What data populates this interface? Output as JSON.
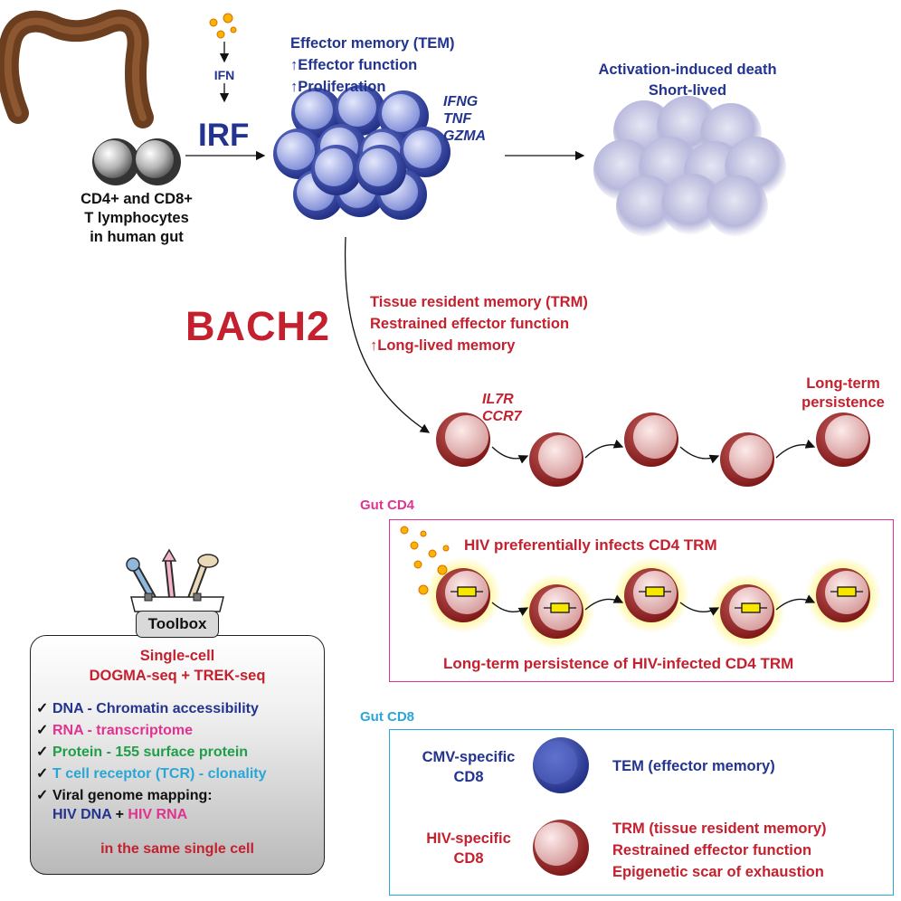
{
  "top": {
    "ifn_label": "IFN",
    "irf_label": "IRF",
    "tcells_caption": [
      "CD4+ and CD8+",
      "T lymphocytes",
      "in human gut"
    ],
    "tem_heading": [
      "Effector memory (TEM)",
      "↑Effector function",
      "↑Proliferation"
    ],
    "tem_genes": [
      "IFNG",
      "TNF",
      "GZMA"
    ],
    "death_caption": [
      "Activation-induced death",
      "Short-lived"
    ]
  },
  "bach2": {
    "label": "BACH2",
    "trm_heading": [
      "Tissue resident memory (TRM)",
      "Restrained effector function",
      "↑Long-lived memory"
    ],
    "trm_genes": [
      "IL7R",
      "CCR7"
    ],
    "persistence": [
      "Long-term",
      "persistence"
    ]
  },
  "gut_cd4": {
    "title": "Gut CD4",
    "infects": "HIV preferentially infects CD4 TRM",
    "persistence": "Long-term persistence of HIV-infected CD4 TRM"
  },
  "gut_cd8": {
    "title": "Gut CD8",
    "cmv": [
      "CMV-specific",
      "CD8"
    ],
    "cmv_desc": "TEM (effector memory)",
    "hiv": [
      "HIV-specific",
      "CD8"
    ],
    "hiv_desc": [
      "TRM (tissue resident memory)",
      "Restrained effector function",
      "Epigenetic scar of exhaustion"
    ]
  },
  "toolbox": {
    "label": "Toolbox",
    "heading": [
      "Single-cell",
      "DOGMA-seq + TREK-seq"
    ],
    "checks": [
      {
        "text": "DNA - Chromatin accessibility",
        "color": "#22348f"
      },
      {
        "text": "RNA - transcriptome",
        "color": "#e0338f"
      },
      {
        "text": "Protein - 155 surface protein",
        "color": "#1f9e4a"
      },
      {
        "text": "T cell receptor (TCR) - clonality",
        "color": "#2aa6d6"
      },
      {
        "text": "Viral genome mapping:",
        "color": "#111111"
      }
    ],
    "hiv_dna": "HIV DNA",
    "plus": " + ",
    "hiv_rna": "HIV RNA",
    "footer": "in the same single cell"
  },
  "colors": {
    "navy": "#22348f",
    "red": "#c4202e",
    "magenta": "#e0338f",
    "green": "#1f9e4a",
    "cyan": "#2aa6d6",
    "gut_brown": "#6b3e1f"
  }
}
